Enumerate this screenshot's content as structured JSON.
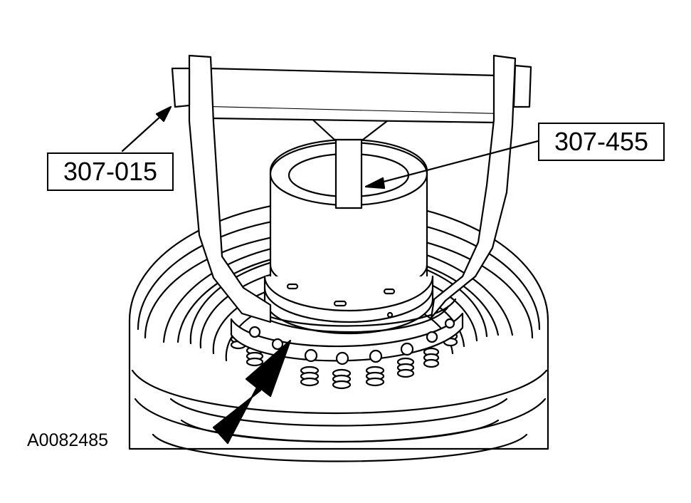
{
  "callouts": {
    "tool_left": "307-015",
    "tool_right": "307-455"
  },
  "figure_id": "A0082485",
  "colors": {
    "line": "#000000",
    "fill": "#ffffff",
    "direction_arrow": "#000000"
  }
}
